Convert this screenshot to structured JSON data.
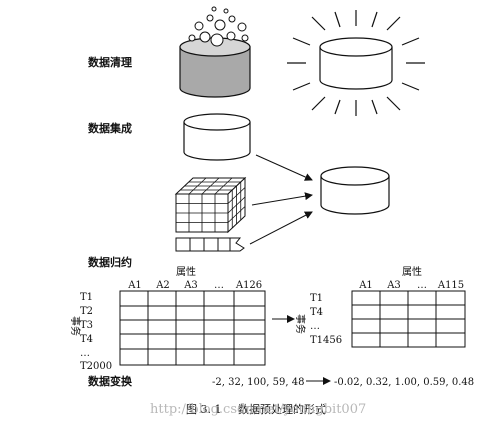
{
  "sections": {
    "cleaning": "数据清理",
    "integration": "数据集成",
    "reduction": "数据归约",
    "transformation": "数据变换"
  },
  "reduction": {
    "left_table": {
      "attr_header": "属性",
      "columns": [
        "A1",
        "A2",
        "A3",
        "…",
        "A126"
      ],
      "row_axis": "事务",
      "rows": [
        "T1",
        "T2",
        "T3",
        "T4",
        "…",
        "T2000"
      ]
    },
    "right_table": {
      "attr_header": "属性",
      "columns": [
        "A1",
        "A3",
        "…",
        "A115"
      ],
      "row_axis": "事务",
      "rows": [
        "T1",
        "T4",
        "…",
        "T1456"
      ]
    }
  },
  "transformation": {
    "input": "-2, 32, 100, 59, 48",
    "output": "-0.02, 0.32, 1.00, 0.59, 0.48"
  },
  "caption": {
    "label": "图 3. 1",
    "title": "数据预处理的形式"
  },
  "watermark": "http://blog.csdn.net/youngbit007"
}
